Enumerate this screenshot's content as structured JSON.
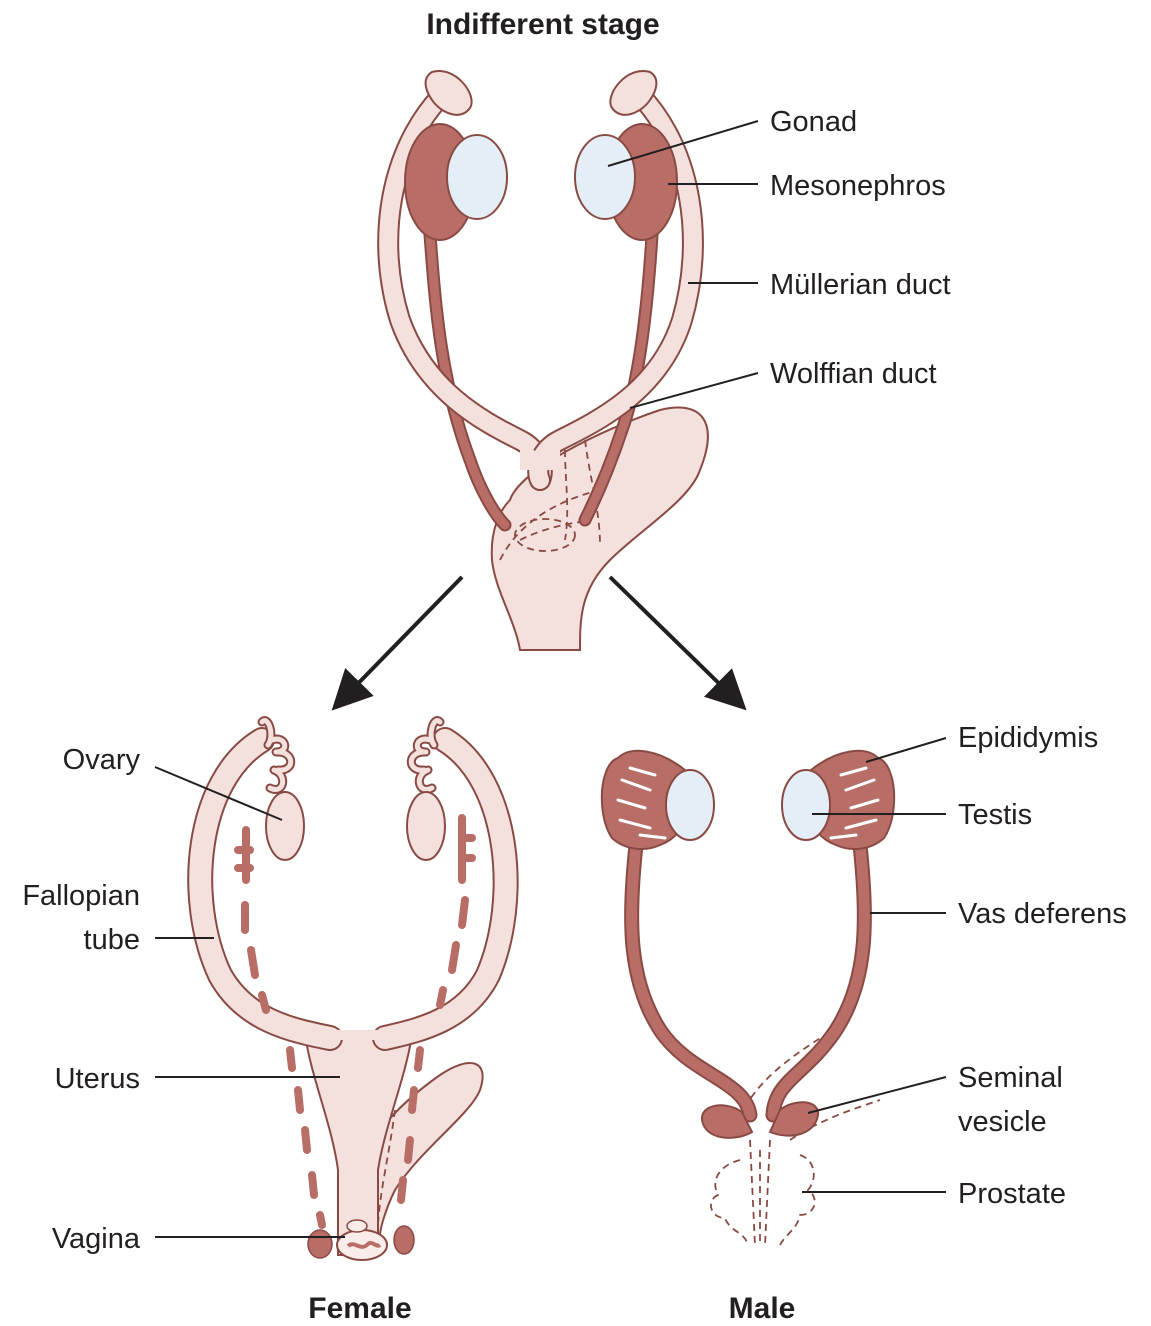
{
  "colors": {
    "pale": "#f4e1dd",
    "pale_light": "#f9ece9",
    "dark": "#b86e66",
    "outline": "#8a4a44",
    "gonad": "#e4eef6",
    "text": "#231f20"
  },
  "titles": {
    "indifferent": "Indifferent stage",
    "female": "Female",
    "male": "Male"
  },
  "labels": {
    "gonad": "Gonad",
    "mesonephros": "Mesonephros",
    "mullerian": "Müllerian duct",
    "wolffian": "Wolffian duct",
    "ovary": "Ovary",
    "fallopian_1": "Fallopian",
    "fallopian_2": "tube",
    "uterus": "Uterus",
    "vagina": "Vagina",
    "epididymis": "Epididymis",
    "testis": "Testis",
    "vas": "Vas deferens",
    "seminal_1": "Seminal",
    "seminal_2": "vesicle",
    "prostate": "Prostate"
  }
}
